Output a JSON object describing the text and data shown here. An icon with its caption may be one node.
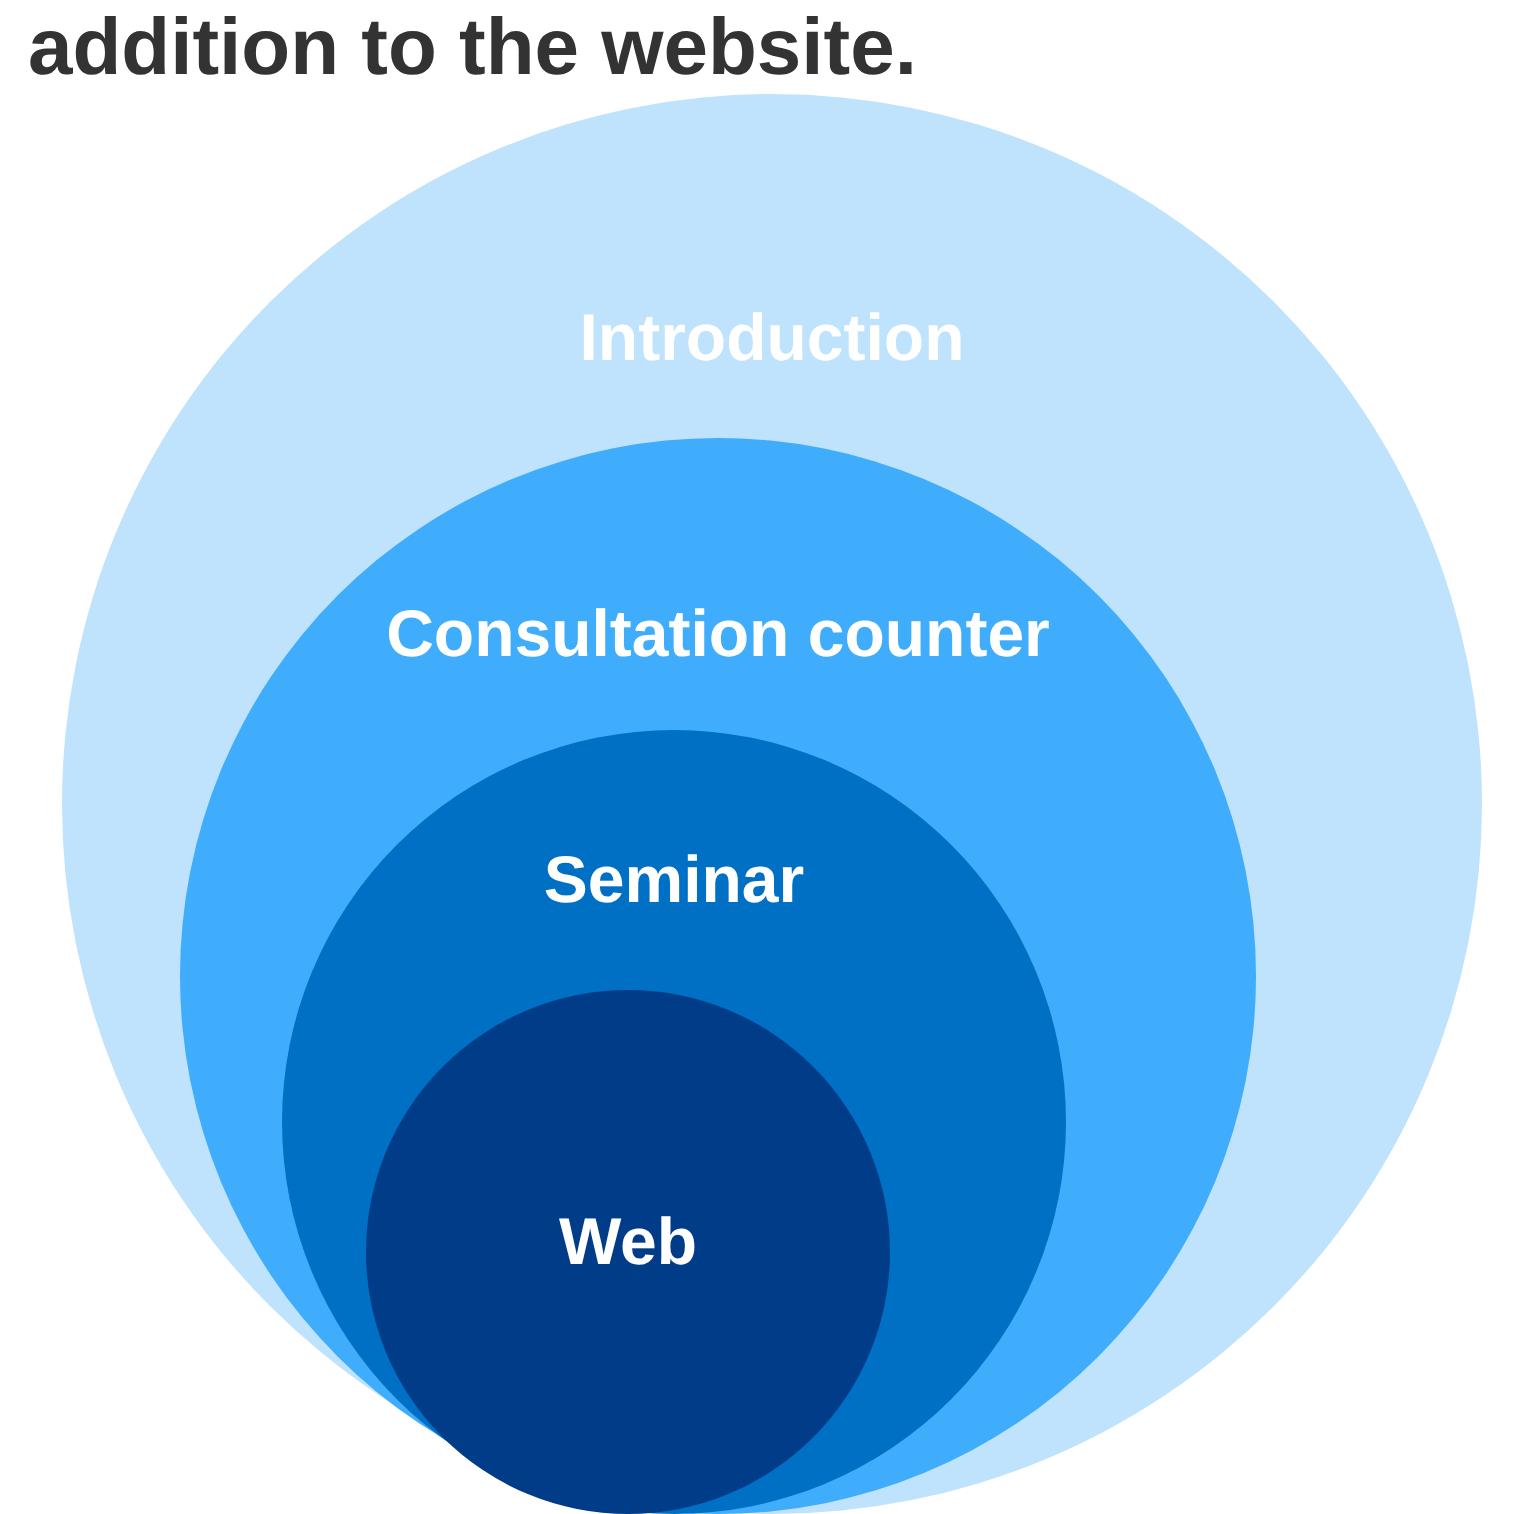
{
  "diagram": {
    "title": "addition to the website.",
    "nodes": [
      {
        "text": [
          "Introduction"
        ]
      },
      {
        "text": [
          "Consultation counter"
        ],
        "in": 0
      },
      {
        "text": [
          "Seminar"
        ],
        "in": 1
      },
      {
        "text": [
          "Web"
        ],
        "in": 2
      }
    ],
    "edges": []
  }
}
